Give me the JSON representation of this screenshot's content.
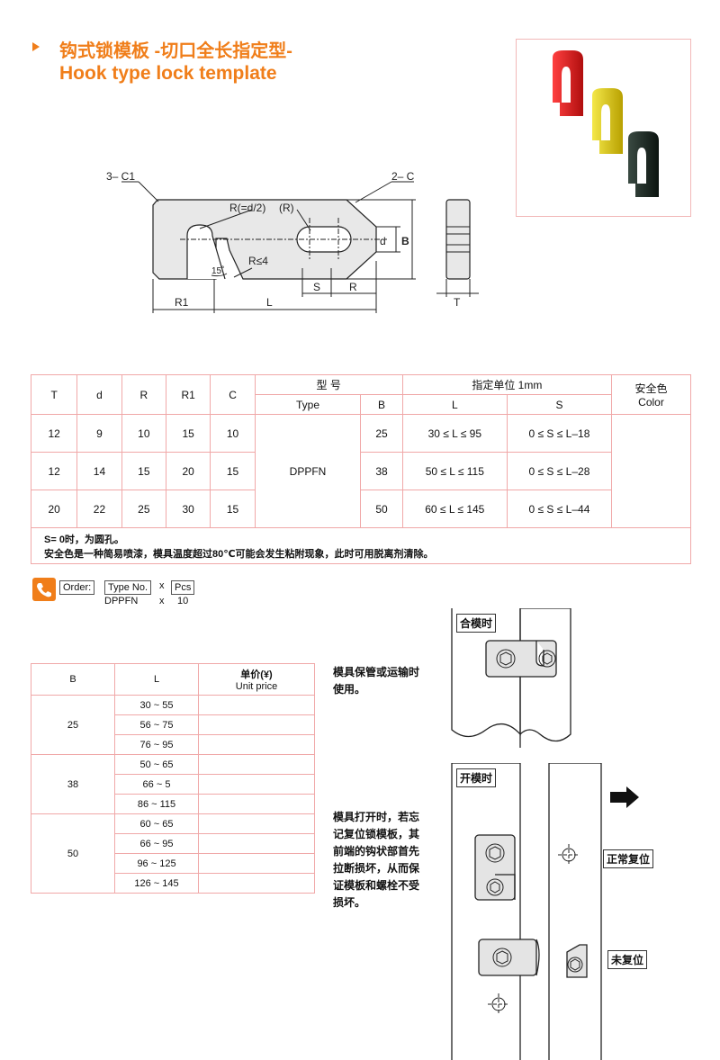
{
  "header": {
    "title_cn": "钩式锁模板   -切口全长指定型-",
    "title_en": "Hook type lock template"
  },
  "drawing": {
    "label_3c1": "3– C1",
    "label_2c": "2– C",
    "label_rd2": "R(=d/2)",
    "label_r": "(R)",
    "label_d": "d",
    "label_b": "B",
    "label_15": "15˚",
    "label_r4": "R≤4",
    "label_r1": "R1",
    "label_l": "L",
    "label_s": "S",
    "label_r2": "R",
    "label_t": "T"
  },
  "spec_table": {
    "headers": {
      "t": "T",
      "d": "d",
      "r": "R",
      "r1": "R1",
      "c": "C",
      "model_cn": "型 号",
      "model_en": "Type",
      "unit": "指定单位 1mm",
      "b": "B",
      "l": "L",
      "s": "S",
      "color_cn": "安全色",
      "color_en": "Color"
    },
    "type_value": "DPPFN",
    "rows": [
      {
        "t": "12",
        "d": "9",
        "r": "10",
        "r1": "15",
        "c": "10",
        "b": "25",
        "l": "30 ≤ L ≤ 95",
        "s": "0 ≤ S ≤ L–18"
      },
      {
        "t": "12",
        "d": "14",
        "r": "15",
        "r1": "20",
        "c": "15",
        "b": "38",
        "l": "50 ≤ L ≤ 115",
        "s": "0 ≤ S ≤ L–28"
      },
      {
        "t": "20",
        "d": "22",
        "r": "25",
        "r1": "30",
        "c": "15",
        "b": "50",
        "l": "60 ≤ L ≤ 145",
        "s": "0 ≤ S ≤ L–44"
      }
    ],
    "note1": "S= 0时，为圆孔。",
    "note2": "安全色是一种简易喷漆，模具温度超过80℃可能会发生粘附现象，此时可用脱离剂清除。"
  },
  "order": {
    "label": "Order:",
    "type_no": "Type No.",
    "x": "x",
    "pcs": "Pcs",
    "example_type": "DPPFN",
    "example_x": "x",
    "example_qty": "10"
  },
  "price_table": {
    "col_b": "B",
    "col_l": "L",
    "col_price_cn": "单价(¥)",
    "col_price_en": "Unit price",
    "groups": [
      {
        "b": "25",
        "ls": [
          "30 ~ 55",
          "56 ~ 75",
          "76 ~ 95"
        ]
      },
      {
        "b": "38",
        "ls": [
          "50 ~ 65",
          "66 ~ 5",
          "86 ~ 115"
        ]
      },
      {
        "b": "50",
        "ls": [
          "60 ~ 65",
          "66 ~ 95",
          "96 ~ 125",
          "126 ~ 145"
        ]
      }
    ]
  },
  "usage": {
    "closed_label": "合模时",
    "closed_text_1": "模具保管或运输时",
    "closed_text_2": "使用。",
    "open_label": "开模时",
    "open_text": [
      "模具打开时，若忘",
      "记复位锁模板，其",
      "前端的钩状部首先",
      "拉断损坏，从而保",
      "证模板和螺栓不受",
      "损坏。"
    ],
    "normal_label": "正常复位",
    "not_reset_label": "未复位"
  },
  "colors": {
    "accent": "#f07e1a",
    "grid": "#f0a8a8",
    "red": "#d42020",
    "yellow": "#d9c400",
    "black": "#1a2a22"
  }
}
